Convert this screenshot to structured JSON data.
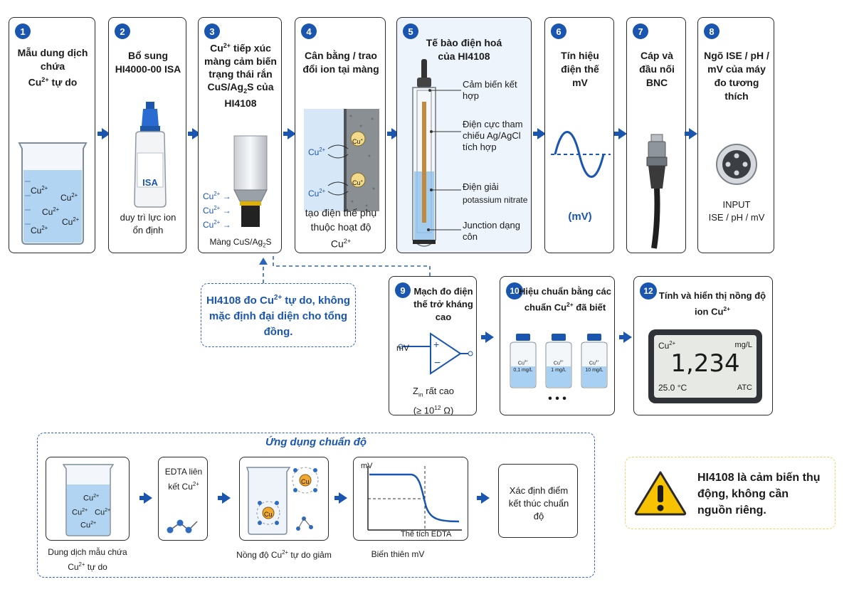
{
  "steps": [
    {
      "n": "1",
      "title_a": "Mẫu dung dịch chứa",
      "title_b": "Cu",
      "title_sup": "2+",
      "title_c": " tự do"
    },
    {
      "n": "2",
      "title": "Bổ sung HI4000-00 ISA",
      "bottle_label": "ISA",
      "sub": "duy trì lực ion ổn định"
    },
    {
      "n": "3",
      "title_a": "Cu",
      "title_sup": "2+",
      "title_b": " tiếp xúc màng cảm biến trạng thái rắn CuS/Ag",
      "title_sub": "2",
      "title_c": "S của HI4108",
      "ion": "Cu",
      "ion_sup": "2+",
      "membrane_a": "Màng CuS/Ag",
      "membrane_sub": "2",
      "membrane_b": "S"
    },
    {
      "n": "4",
      "title": "Cân bằng / trao đổi ion tại màng",
      "ion": "Cu",
      "ion_sup": "2+",
      "cu_plus": "Cu",
      "cu_plus_sup": "+",
      "sub_a": "tạo điện thế phụ thuộc hoạt độ Cu",
      "sub_sup": "2+"
    },
    {
      "n": "5",
      "title": "Tế bào điện hoá của HI4108",
      "callouts": [
        "Cảm biến kết hợp",
        "Điện cực tham chiếu Ag/AgCl tích hợp",
        "Điện giải",
        "potassium nitrate",
        "Junction dạng côn"
      ]
    },
    {
      "n": "6",
      "title": "Tín hiệu điện thế mV",
      "unit": "(mV)"
    },
    {
      "n": "7",
      "title": "Cáp và đầu nối BNC"
    },
    {
      "n": "8",
      "title": "Ngõ ISE / pH / mV của máy đo tương thích",
      "input_a": "INPUT",
      "input_b": "ISE / pH / mV"
    },
    {
      "n": "9",
      "title": "Mạch đo điện thế trở kháng cao",
      "mv": "mV",
      "z_a": "Z",
      "z_sub": "in",
      "z_b": " rất cao",
      "z_c": "(≥ 10",
      "z_sup": "12",
      "z_d": " Ω)"
    },
    {
      "n": "10",
      "title_a": "Hiệu chuẩn bằng các chuẩn Cu",
      "title_sup": "2+",
      "title_b": " đã biết",
      "vials": [
        {
          "ion": "Cu",
          "sup": "2+",
          "conc": "0,1 mg/L"
        },
        {
          "ion": "Cu",
          "sup": "2+",
          "conc": "1 mg/L"
        },
        {
          "ion": "Cu",
          "sup": "2+",
          "conc": "10 mg/L"
        }
      ],
      "dots": "• • •"
    },
    {
      "n": "12",
      "title_a": "Tính và hiển thị nồng độ ion Cu",
      "title_sup": "2+",
      "meter": {
        "ion": "Cu",
        "ion_sup": "2+",
        "unit": "mg/L",
        "value": "1,234",
        "temp": "25.0 °C",
        "atc": "ATC"
      }
    }
  ],
  "note_box": {
    "a": "HI4108 đo Cu",
    "sup": "2+",
    "b": " tự do, không mặc định đại diện cho tổng đồng."
  },
  "titration": {
    "title": "Ứng dụng chuẩn độ",
    "sample_a": "Dung dịch mẫu chứa Cu",
    "sample_sup": "2+",
    "sample_b": " tự do",
    "edta_a": "EDTA liên kết Cu",
    "edta_sup": "2+",
    "decrease_a": "Nồng độ Cu",
    "decrease_sup": "2+",
    "decrease_b": " tự do giảm",
    "center_ion": "Cu",
    "plot_y": "mV",
    "plot_x": "Thể tích EDTA",
    "plot_caption": "Biến thiên mV",
    "endpoint": "Xác định điểm kết thúc chuẩn độ",
    "ion": "Cu",
    "ion_sup": "2+"
  },
  "warning": "HI4108 là cảm biến thụ động, không cần nguồn riêng.",
  "colors": {
    "accent": "#1a56b0",
    "highlight_bg": "#eef4fb",
    "warning": "#f7c300",
    "dash_note": "#2c64bd",
    "dash_warn": "#f1d36a"
  }
}
